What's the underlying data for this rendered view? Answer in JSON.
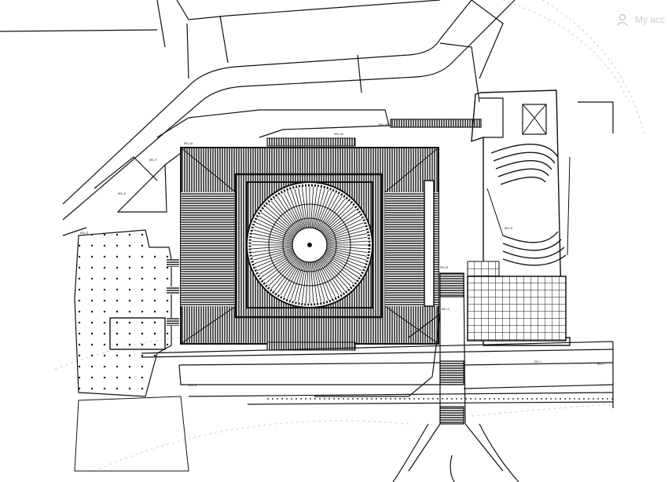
{
  "header": {
    "account_label": "My acc"
  },
  "plan": {
    "tags": {
      "t1": "EEL.A1",
      "t2": "EEL.A2",
      "t3": "EEL.03",
      "t4": "EEL.B",
      "t5": "EEL.C",
      "t6": "EEL.D",
      "t7": "EEL.E",
      "t8": "EEL.F",
      "t9": "EEL.G",
      "t10": "EEL.H",
      "t11": "EEL.I",
      "t12": "EEL.J"
    }
  },
  "colors": {
    "ink": "#111111",
    "paper": "#ffffff",
    "faint": "#bdbdbd"
  }
}
